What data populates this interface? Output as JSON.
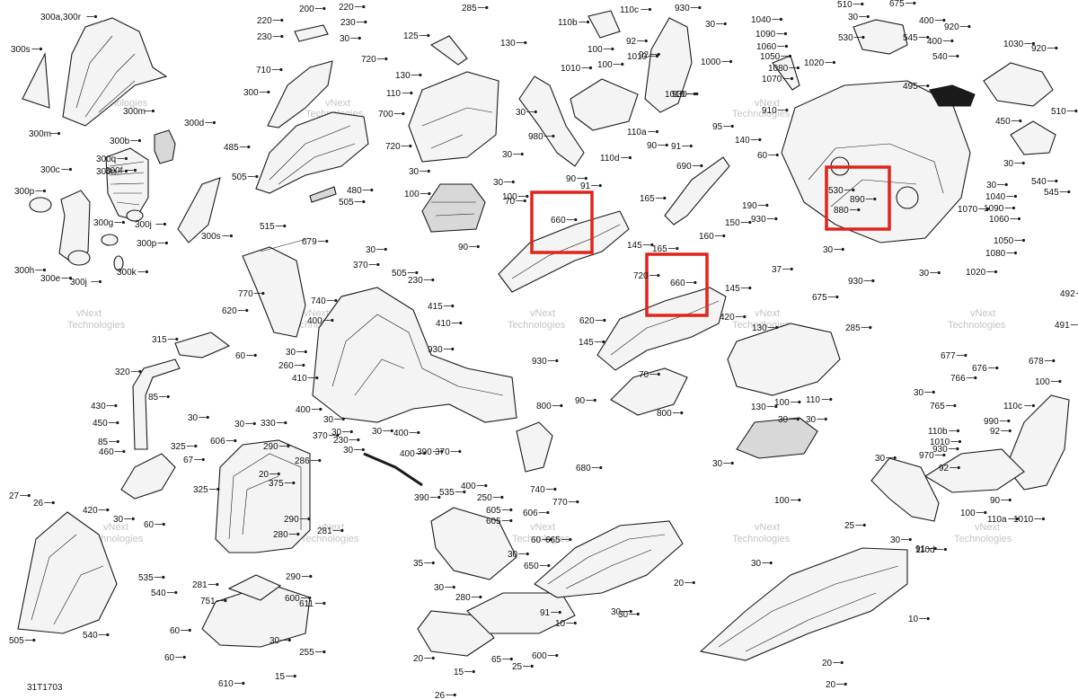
{
  "watermark": {
    "line1": "vNext",
    "line2": "Technologies",
    "color": "#c4c4c4"
  },
  "reference_code": "31T1703",
  "highlight_color": "#e0241b",
  "highlights": [
    {
      "part": "660",
      "location": "left rear fender panel"
    },
    {
      "part": "660",
      "location": "right rear fender panel"
    },
    {
      "part": "880",
      "location": "rear fascia emblem area"
    }
  ],
  "callouts": [
    "300a,300r",
    "300s",
    "300m",
    "300m",
    "300d",
    "300b",
    "300q",
    "300n",
    "300f",
    "300c",
    "300g",
    "300j",
    "300p",
    "300p",
    "300h",
    "300e",
    "300j",
    "300k",
    "300s",
    "220",
    "200",
    "220",
    "230",
    "230",
    "30",
    "720",
    "710",
    "300",
    "700",
    "720",
    "485",
    "505",
    "480",
    "505",
    "515",
    "125",
    "130",
    "130",
    "110",
    "285",
    "110b",
    "110c",
    "930",
    "30",
    "100",
    "1010",
    "92",
    "100",
    "1010",
    "92",
    "1000",
    "930",
    "1010",
    "30",
    "110a",
    "980",
    "90",
    "91",
    "110d",
    "90",
    "91",
    "30",
    "100",
    "30",
    "30",
    "100",
    "70",
    "90",
    "660",
    "145",
    "720",
    "660",
    "145",
    "620",
    "145",
    "1040",
    "1090",
    "1060",
    "1050",
    "1080",
    "1070",
    "1020",
    "95",
    "140",
    "690",
    "60",
    "165",
    "190",
    "930",
    "150",
    "165",
    "160",
    "510",
    "30",
    "675",
    "400",
    "920",
    "530",
    "545",
    "540",
    "400",
    "1030",
    "920",
    "495",
    "910",
    "450",
    "510",
    "30",
    "540",
    "545",
    "530",
    "890",
    "880",
    "30",
    "30",
    "930",
    "30",
    "1040",
    "1090",
    "1060",
    "1050",
    "1080",
    "1070",
    "1020",
    "492",
    "491",
    "677",
    "676",
    "678",
    "679",
    "770",
    "740",
    "400",
    "30",
    "30",
    "370",
    "505",
    "230",
    "415",
    "410",
    "930",
    "930",
    "620",
    "315",
    "60",
    "320",
    "430",
    "450",
    "85",
    "30",
    "85",
    "325",
    "460",
    "67",
    "30",
    "60",
    "410",
    "400",
    "30",
    "30",
    "370",
    "230",
    "30",
    "400",
    "260",
    "30",
    "400",
    "390",
    "370",
    "390",
    "20",
    "30",
    "330",
    "290",
    "606",
    "375",
    "286",
    "325",
    "290",
    "280",
    "281",
    "281",
    "290",
    "751",
    "600",
    "611",
    "60",
    "30",
    "60",
    "255",
    "15",
    "610",
    "27",
    "26",
    "420",
    "535",
    "540",
    "505",
    "540",
    "535",
    "400",
    "250",
    "605",
    "606",
    "605",
    "665",
    "60",
    "30",
    "30",
    "650",
    "30",
    "35",
    "20",
    "280",
    "10",
    "20",
    "65",
    "25",
    "600",
    "15",
    "26",
    "37",
    "675",
    "420",
    "285",
    "130",
    "130",
    "110",
    "30",
    "100",
    "30",
    "30",
    "100",
    "70",
    "90",
    "800",
    "800",
    "680",
    "740",
    "770",
    "765",
    "766",
    "30",
    "110c",
    "110b",
    "990",
    "1010",
    "92",
    "100",
    "30",
    "970",
    "930",
    "100",
    "110d",
    "91",
    "90",
    "110a",
    "1010",
    "92",
    "30",
    "25",
    "30",
    "10",
    "20",
    "20",
    "30",
    "91"
  ]
}
